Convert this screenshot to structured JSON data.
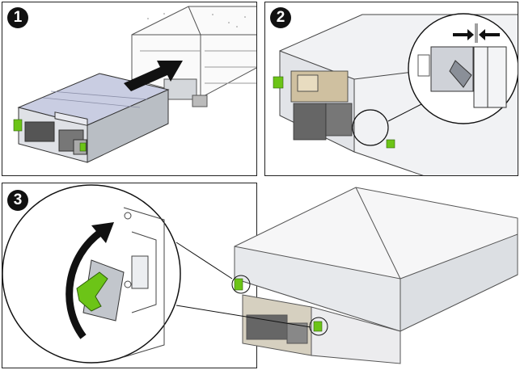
{
  "steps": [
    {
      "number": "1"
    },
    {
      "number": "2"
    },
    {
      "number": "3"
    }
  ],
  "colors": {
    "latch_green": "#6cc417",
    "arrow_black": "#111111",
    "metal_light": "#e6e8eb",
    "metal_mid": "#b9bec4",
    "module_top": "#c9cde2",
    "line": "#333333"
  },
  "icons": [
    "insertion-arrow-icon",
    "compress-arrows-icon",
    "rotate-arrow-icon"
  ]
}
